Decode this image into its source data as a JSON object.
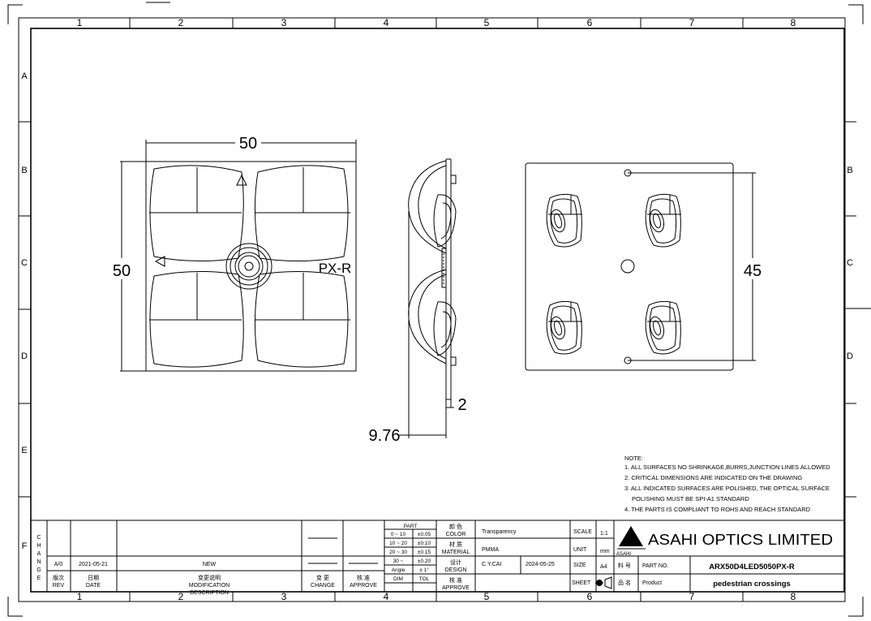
{
  "grid": {
    "columns": [
      "1",
      "2",
      "3",
      "4",
      "5",
      "6",
      "7",
      "8"
    ],
    "rows": [
      "A",
      "B",
      "C",
      "D",
      "E",
      "F"
    ]
  },
  "views": {
    "front": {
      "width_dim": "50",
      "height_dim": "50",
      "part_mark": "PX-R"
    },
    "side": {
      "thickness_dim": "9.76",
      "flange_dim": "2"
    },
    "back": {
      "hole_pitch_dim": "45"
    }
  },
  "notes": {
    "title": "NOTE:",
    "items": [
      "1. ALL SURFACES NO SHRINKAGE,BURRS,JUNCTION LINES ALLOWED",
      "2. CRITICAL DIMENSIONS ARE INDICATED ON THE DRAWING",
      "3. ALL INDICATED SURFACES ARE POLISHED, THE OPTICAL SURFACE",
      "POLISHING MUST BE SPI-A1 STANDARD",
      "4. THE PARTS IS COMPLIANT TO ROHS AND REACH STANDARD"
    ]
  },
  "change_block": {
    "side_label": [
      "C",
      "H",
      "A",
      "N",
      "G",
      "E"
    ],
    "row": {
      "rev": "A/0",
      "date": "2021-05-21",
      "desc": "NEW"
    },
    "headers": {
      "rev_cn": "版次",
      "rev_en": "REV",
      "date_cn": "日期",
      "date_en": "DATE",
      "desc_cn": "变更说明",
      "desc_en": "MODIFICATION",
      "desc_en2": "DESCRIPTION",
      "change_cn": "变 更",
      "change_en": "CHANGE",
      "approve_cn": "核 准",
      "approve_en": "APPROVE"
    }
  },
  "tolerance": {
    "title": "PART",
    "rows": [
      {
        "range": "0 ~ 10",
        "tol": "±0.05"
      },
      {
        "range": "10 ~ 20",
        "tol": "±0.10"
      },
      {
        "range": "20 ~ 30",
        "tol": "±0.15"
      },
      {
        "range": "30 ~",
        "tol": "±0.20"
      },
      {
        "range": "Angle",
        "tol": "± 1°"
      }
    ],
    "footer": {
      "dim": "DIM",
      "tol": "TOL"
    }
  },
  "info": {
    "color_cn": "颜 色",
    "color_en": "COLOR",
    "color_value": "Transparency",
    "material_cn": "材 质",
    "material_en": "MATERIAL",
    "material_value": "PMMA",
    "design_cn": "设计",
    "design_en": "DESIGN",
    "designer": "C.Y.CAI",
    "design_date": "2024-05-25",
    "approve_cn": "核 准",
    "approve_en": "APPROVE"
  },
  "title_block": {
    "scale_label": "SCALE",
    "scale_value": "1:1",
    "unit_label": "UNIT",
    "unit_value": "mm",
    "size_label": "SIZE",
    "size_value": "A4",
    "sheet_label": "SHEET",
    "brand_small": "ASAHI",
    "company": "ASAHI OPTICS LIMITED",
    "partno_cn": "料 号",
    "partno_en": "PART NO.",
    "part_number": "ARX50D4LED5050PX-R",
    "product_cn": "品 名",
    "product_en": "Product",
    "product_name": "pedestrian crossings"
  },
  "colors": {
    "line": "#000000",
    "background": "#ffffff"
  }
}
